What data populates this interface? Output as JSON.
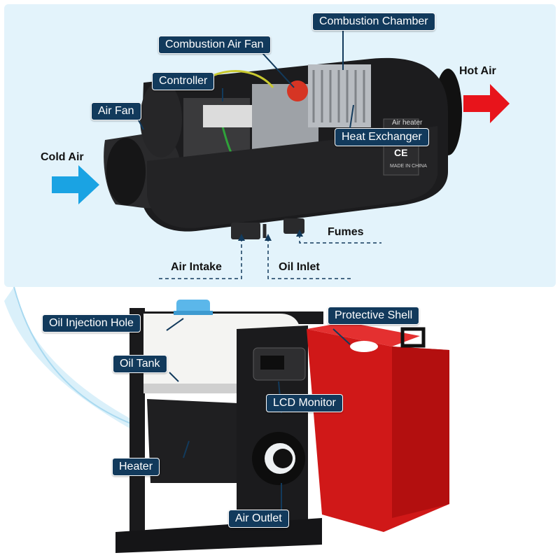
{
  "labels": {
    "combustion_chamber": "Combustion Chamber",
    "combustion_air_fan": "Combustion Air Fan",
    "controller": "Controller",
    "air_fan": "Air Fan",
    "hot_air": "Hot Air",
    "cold_air": "Cold Air",
    "heat_exchanger": "Heat Exchanger",
    "fumes": "Fumes",
    "air_intake": "Air Intake",
    "oil_inlet": "Oil Inlet",
    "oil_injection_hole": "Oil Injection Hole",
    "protective_shell": "Protective Shell",
    "oil_tank": "Oil Tank",
    "lcd_monitor": "LCD Monitor",
    "heater": "Heater",
    "air_outlet": "Air Outlet"
  },
  "device_text": {
    "model": "Air heater",
    "mark": "CE",
    "origin": "MADE IN CHINA"
  },
  "colors": {
    "label_bg": "#123a5c",
    "panel_bg": "#e3f3fb",
    "hot_arrow": "#e8141b",
    "cold_arrow": "#1aa3e3",
    "shell_red": "#d01818",
    "heater_body": "#1c1c1e"
  },
  "icons": [
    "hot-air-arrow-icon",
    "cold-air-arrow-icon"
  ]
}
